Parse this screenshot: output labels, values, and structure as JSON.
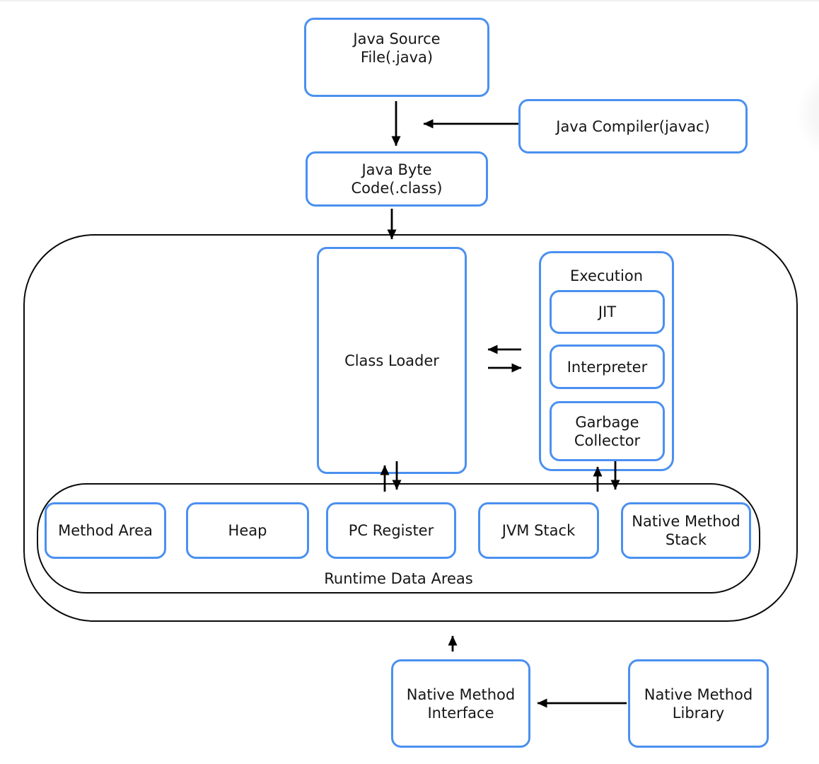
{
  "colors": {
    "box_border": "#4b90f0",
    "container_border": "#0a0a0a",
    "arrow": "#000000",
    "text": "#161616"
  },
  "nodes": {
    "java_source": {
      "line1": "Java Source",
      "line2": "File(.java)"
    },
    "java_compiler": {
      "line1": "Java Compiler(javac)"
    },
    "java_byte": {
      "line1": "Java Byte",
      "line2": "Code(.class)"
    },
    "class_loader": {
      "line1": "Class Loader"
    },
    "execution": {
      "label": "Execution"
    },
    "jit": {
      "line1": "JIT"
    },
    "interpreter": {
      "line1": "Interpreter"
    },
    "garbage_collector": {
      "line1": "Garbage",
      "line2": "Collector"
    },
    "method_area": {
      "line1": "Method Area"
    },
    "heap": {
      "line1": "Heap"
    },
    "pc_register": {
      "line1": "PC Register"
    },
    "jvm_stack": {
      "line1": "JVM Stack"
    },
    "native_method_stack": {
      "line1": "Native Method",
      "line2": "Stack"
    },
    "runtime_label": "Runtime Data Areas",
    "native_method_interface": {
      "line1": "Native Method",
      "line2": "Interface"
    },
    "native_method_library": {
      "line1": "Native Method",
      "line2": "Library"
    }
  }
}
